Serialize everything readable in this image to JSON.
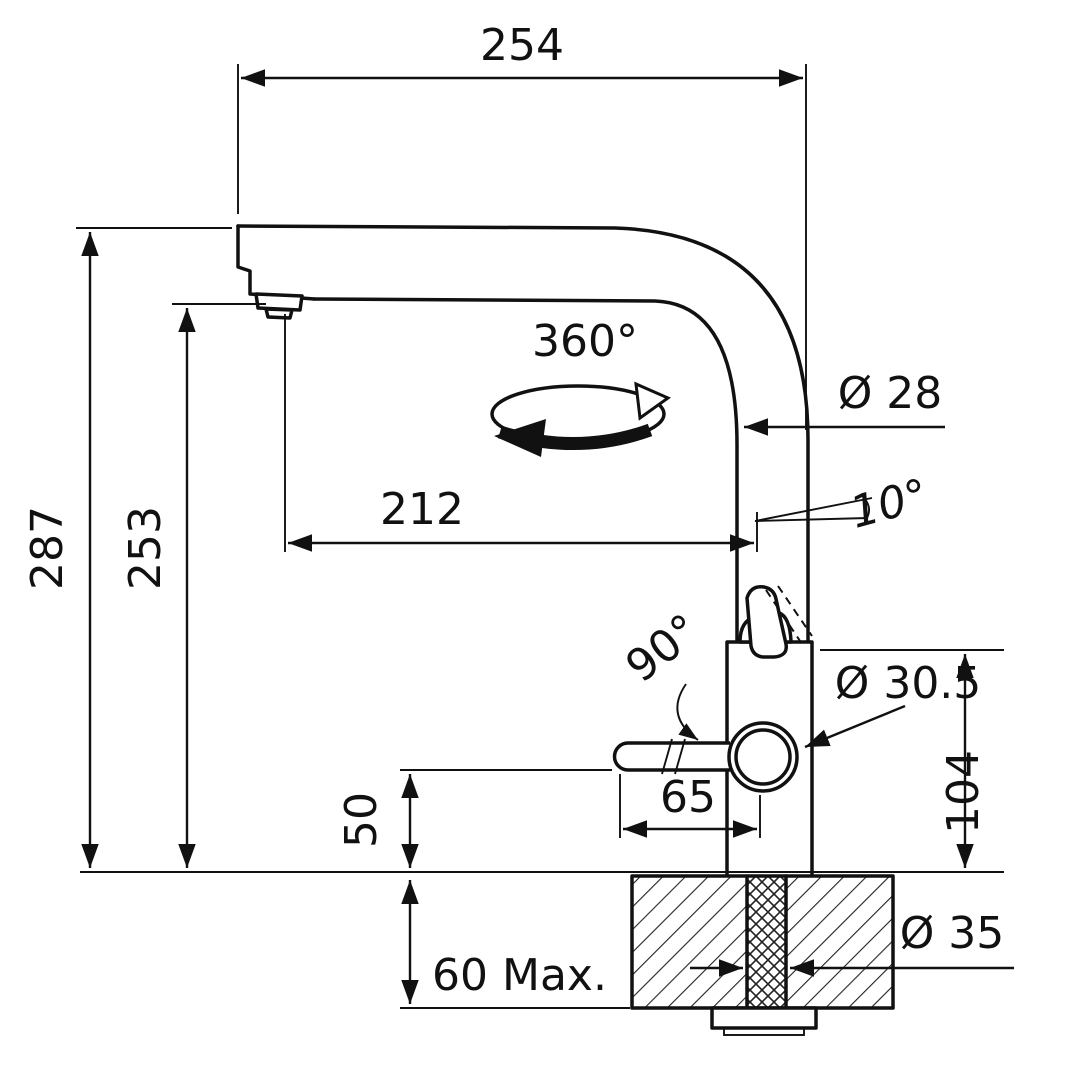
{
  "drawing": {
    "labels": {
      "spout_reach_top": "254",
      "overall_height": "287",
      "spout_height": "253",
      "reach_to_aerator": "212",
      "swivel_angle": "360°",
      "spout_tube_diameter": "Ø 28",
      "lever_tilt_angle": "10°",
      "lever_swing_angle": "90°",
      "body_ring_diameter": "Ø 30.5",
      "hose_offset": "65",
      "body_height": "104",
      "hose_height": "50",
      "deck_thickness_max": "60 Max.",
      "mounting_hole_diameter": "Ø 35"
    },
    "colors": {
      "line": "#1a1a1a",
      "background": "#ffffff"
    }
  }
}
